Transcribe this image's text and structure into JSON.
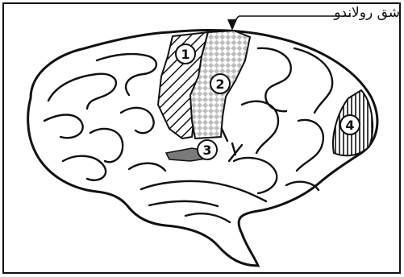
{
  "callout_label": "شق رولاندو",
  "region_numbers": [
    "1",
    "2",
    "3",
    "4"
  ],
  "fills": {
    "ink": "#111111",
    "checker": "#bdbdbd",
    "region_3": "#7a7a7a"
  }
}
